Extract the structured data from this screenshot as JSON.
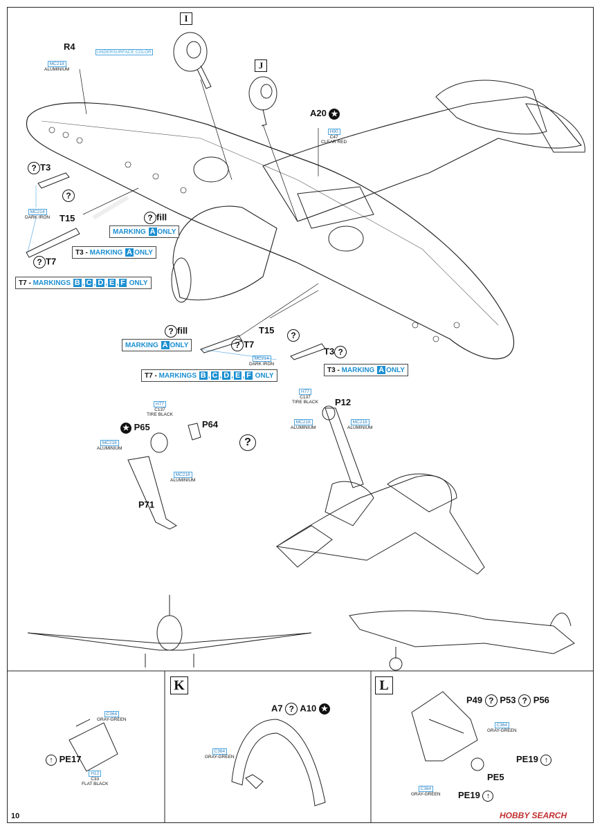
{
  "page": {
    "number": "10"
  },
  "callouts": {
    "I": "I",
    "J": "J",
    "K": "K",
    "L": "L"
  },
  "parts": {
    "R4": "R4",
    "A20": "A20",
    "T3": "T3",
    "T7": "T7",
    "T15": "T15",
    "fill": "fill",
    "P12": "P12",
    "P64": "P64",
    "P65": "P65",
    "P71": "P71",
    "A7": "A7",
    "A10": "A10",
    "PE17": "PE17",
    "PE5": "PE5",
    "PE19": "PE19",
    "P49": "P49",
    "P53": "P53",
    "P56": "P56"
  },
  "colors": {
    "underside_label": "UNDERSURFACE\nCOLOR",
    "mc218": "MC218",
    "aluminium": "ALUMINIUM",
    "mc214": "MC214",
    "dark_iron": "DARK IRON",
    "h90": "H90",
    "c47": "C47",
    "clear_red": "CLEAR RED",
    "h77": "H77",
    "c137": "C137",
    "tire_black": "TIRE BLACK",
    "c364": "C364",
    "gray_green": "GRAY-GREEN",
    "h12": "H12",
    "c33": "C33",
    "flat_black": "FLAT BLACK"
  },
  "markings": {
    "marking_a_only": {
      "prefix": "MARKING",
      "letter": "A",
      "suffix": "ONLY"
    },
    "t3_marking_a_only": {
      "part": "T3 -",
      "prefix": "MARKING",
      "letter": "A",
      "suffix": "ONLY"
    },
    "t7_markings": {
      "part": "T7 -",
      "prefix": "MARKINGS",
      "letters": [
        "B",
        "C",
        "D",
        "E",
        "F"
      ],
      "suffix": "ONLY"
    }
  },
  "watermark": {
    "text": "HOBBY SEARCH"
  },
  "accent": "#1c8fd1"
}
